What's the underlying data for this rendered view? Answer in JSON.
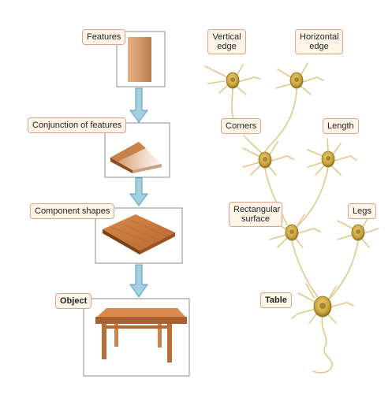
{
  "left_stages": [
    {
      "label": "Features"
    },
    {
      "label": "Conjunction of features"
    },
    {
      "label": "Component shapes"
    },
    {
      "label": "Object"
    }
  ],
  "neurons": {
    "vertical_edge": "Vertical edge",
    "horizontal_edge": "Horizontal edge",
    "corners": "Corners",
    "length": "Length",
    "rectangular_surface": "Rectangular surface",
    "legs": "Legs",
    "table": "Table"
  },
  "colors": {
    "arrow": "#9fcfe0",
    "arrow_edge": "#5aa0bc",
    "neuron_body": "#c7a23a",
    "dendrite": "#e2c88a",
    "label_border": "#e0a090",
    "label_fill": "#fff6e8",
    "wood": "#c9824a"
  }
}
